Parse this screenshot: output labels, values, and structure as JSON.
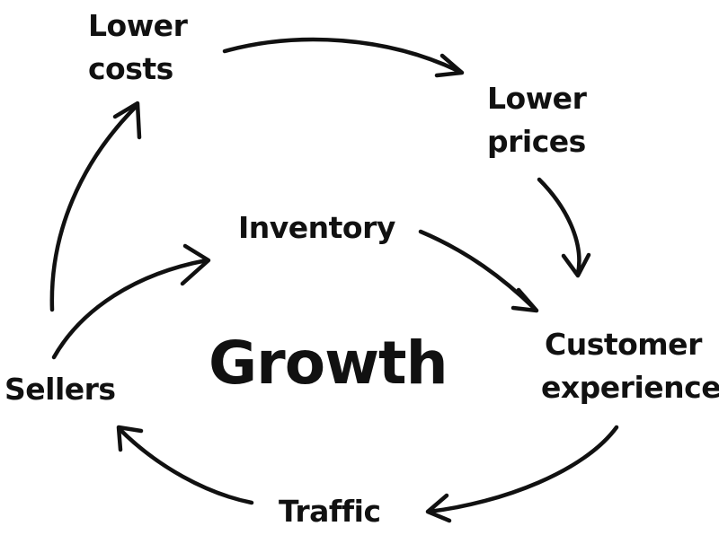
{
  "diagram": {
    "center": "Growth",
    "nodes": {
      "lower_costs": [
        "Lower",
        "costs"
      ],
      "lower_prices": [
        "Lower",
        "prices"
      ],
      "inventory": "Inventory",
      "customer_experience": [
        "Customer",
        "experience"
      ],
      "traffic": "Traffic",
      "sellers": "Sellers"
    },
    "colors": {
      "ink": "#111111",
      "background": "#ffffff"
    }
  }
}
